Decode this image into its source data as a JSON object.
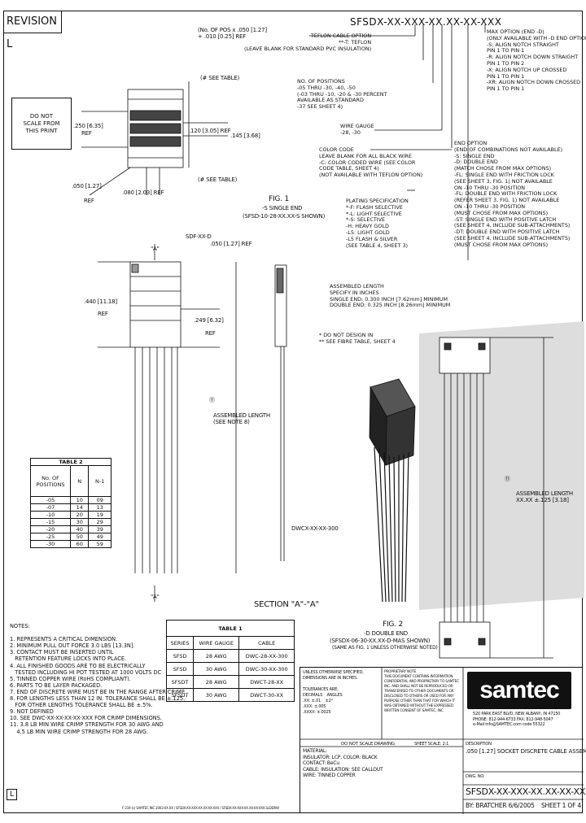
{
  "revision": "REVISION L",
  "scale_note": [
    "DO NOT",
    "SCALE FROM",
    "THIS PRINT"
  ],
  "part_number": "SFSDX-XX-XXX-XX.XX-XX-XXX",
  "options": {
    "teflon": [
      "TEFLON CABLE OPTION",
      "**-T: TEFLON",
      "(LEAVE BLANK FOR STANDARD PVC INSULATION)"
    ],
    "positions": [
      "NO. OF POSITIONS",
      "-05 THRU -30, -40, -50",
      "(-03 THRU -10, -20 & -30 PERCENT",
      "AVAILABLE AS STANDARD",
      "-37 SEE SHEET 4)"
    ],
    "wire_gauge": [
      "WIRE GAUGE",
      "-28, -30"
    ],
    "color_code": [
      "COLOR CODE",
      "LEAVE BLANK FOR ALL BLACK WIRE",
      "-C: COLOR CODED WIRE (SEE COLOR",
      "CODE TABLE, SHEET 4)",
      "(NOT AVAILABLE WITH TEFLON OPTION)"
    ],
    "plating": [
      "PLATING SPECIFICATION",
      "*-F: FLASH SELECTIVE",
      "*-L: LIGHT SELECTIVE",
      "*-S: SELECTIVE",
      "-H: HEAVY GOLD",
      "-L5: LIGHT GOLD",
      "-L5 FLASH & SILVER",
      "(SEE TABLE 4, SHEET 3)"
    ],
    "length": [
      "ASSEMBLED LENGTH",
      "SPECIFY IN INCHES",
      "SINGLE END: 0.300 INCH [7.62mm] MINIMUM",
      "DOUBLE END: 0.325 INCH [8.26mm] MINIMUM"
    ],
    "do_not_design": [
      "* DO NOT DESIGN IN",
      "** SEE FIBRE TABLE, SHEET 4"
    ],
    "end_option": [
      "END OPTION",
      "(END OF COMBINATIONS NOT AVAILABLE)",
      "-S: SINGLE END",
      "-D: DOUBLE END",
      "(MATCH CHOSE FROM MAX OPTIONS)",
      "-FL: SINGLE END WITH FRICTION LOCK",
      "(SEE SHEET 3, FIG. 1) NOT AVAILABLE",
      "ON -10 THRU -30 POSITION",
      "-FL: DOUBLE END WITH FRICTION LOCK",
      "(REFER SHEET 3, FIG. 1) NOT AVAILABLE",
      "ON -10 THRU -30 POSITION",
      "(MUST CHOSE FROM MAX OPTIONS)",
      "-ST: SINGLE END WITH POSITIVE LATCH",
      "(SEE SHEET 4, INCLUDE SUB-ATTACHMENTS)",
      "-DT: DOUBLE END WITH POSITIVE LATCH",
      "(SEE SHEET 4, INCLUDE SUB-ATTACHMENTS)",
      "(MUST CHOSE FROM MAX OPTIONS)"
    ],
    "max_option": [
      "MAX OPTION (END -D)",
      "(ONLY AVAILABLE WITH -D END OPTION)",
      "-S: ALIGN NOTCH STRAIGHT",
      "PIN 1 TO PIN 1",
      "-R: ALIGN NOTCH DOWN STRAIGHT",
      "PIN 1 TO PIN 2",
      "-X: ALIGN NOTCH UP CROSSED",
      "PIN 1 TO PIN 1",
      "-XR: ALIGN NOTCH DOWN CROSSED",
      "PIN 1 TO PIN 1"
    ]
  },
  "dims": {
    "pos_formula": [
      "(No. OF POS x .050 [1.27]",
      "+ .010 [0.25] REF"
    ],
    "see_table1": "(# SEE TABLE)",
    "see_table2": "(# SEE TABLE)",
    "d_250": ".250 [6.35]",
    "ref": "REF",
    "d_120": ".120 [3.05] REF",
    "d_145": ".145 [3.68]",
    "d_050": ".050 [1.27]",
    "d_080": ".080 [2.03] REF",
    "d_050_top": ".050 [1.27] REF",
    "d_440": ".440 [11.18]",
    "d_249": ".249 [6.32]",
    "sdf_label": "SDF-XX-D",
    "sec_a": "\"A\"",
    "assembled_length_left": [
      "ASSEMBLED LENGTH",
      "(SEE NOTE 8)"
    ],
    "assembled_length_right": [
      "ASSEMBLED LENGTH",
      "XX.XX ±.125 [3.18]"
    ],
    "dwcx": "DWCX-XX-XX-300",
    "section": "SECTION \"A\"-\"A\""
  },
  "figs": {
    "fig1": [
      "FIG. 1",
      "-S SINGLE END",
      "(SFSD-10-28-XX.XX-S SHOWN)"
    ],
    "fig2": [
      "FIG. 2",
      "-D DOUBLE END",
      "(SFSDX-06-30-XX.XX-D-MAS SHOWN)",
      "(SAME AS FIG. 1 UNLESS OTHERWISE NOTED)"
    ]
  },
  "table2": {
    "title": "TABLE 2",
    "headers": [
      "No. OF POSITIONS",
      "N",
      "N-1"
    ],
    "rows": [
      [
        "-05",
        "10",
        "09"
      ],
      [
        "-07",
        "14",
        "13"
      ],
      [
        "-10",
        "20",
        "19"
      ],
      [
        "-15",
        "30",
        "29"
      ],
      [
        "-20",
        "40",
        "39"
      ],
      [
        "-25",
        "50",
        "49"
      ],
      [
        "-30",
        "60",
        "59"
      ]
    ]
  },
  "table1": {
    "title": "TABLE 1",
    "headers": [
      "SERIES",
      "WIRE GAUGE",
      "CABLE"
    ],
    "rows": [
      [
        "SFSD",
        "28 AWG",
        "DWC-28-XX-300"
      ],
      [
        "SFSD",
        "30 AWG",
        "DWC-30-XX-300"
      ],
      [
        "SFSDT",
        "28 AWG",
        "DWCT-28-XX"
      ],
      [
        "SFSDT",
        "30 AWG",
        "DWCT-30-XX"
      ]
    ]
  },
  "notes_title": "NOTES:",
  "notes": [
    "1. REPRESENTS A CRITICAL DIMENSION.",
    "2. MINIMUM PULL OUT FORCE 3.0 LBS [13.3N].",
    "3. CONTACT MUST BE INSERTED UNTIL",
    "   RETENTION FEATURE LOCKS INTO PLACE.",
    "4. ALL FINISHED GOODS ARE TO BE ELECTRICALLY",
    "   TESTED INCLUDING HI POT TESTED AT 1000 VOLTS DC",
    "5. TINNED COPPER WIRE (RoHS COMPLIANT).",
    "6. PARTS TO BE LAYER PACKAGED.",
    "7. END OF DISCRETE WIRE MUST BE IN THE RANGE AFTER CRIMP.",
    "8. FOR LENGTHS LESS THAN 12 IN. TOLERANCE SHALL BE ±.125.",
    "   FOR OTHER LENGTHS TOLERANCE SHALL BE ±.5%.",
    "9. NOT DEFINED",
    "10. SEE DWC-XX-XX-XX-XX-XXX FOR CRIMP DIMENSIONS.",
    "11. 3.8 LB MIN WIRE CRIMP STRENGTH FOR 30 AWG AND",
    "    4.5 LB MIN WIRE CRIMP STRENGTH FOR 28 AWG."
  ],
  "title_block": {
    "tol_head": [
      "UNLESS OTHERWISE SPECIFIED,",
      "DIMENSIONS ARE IN INCHES.",
      "TOLERANCES ARE:",
      "DECIMALS",
      "ANGLES",
      ".XX: ±.01",
      ".XXX: ±.005",
      ".XXXX: ±.0025",
      "±2°"
    ],
    "proprietary": [
      "PROPRIETARY NOTE",
      "THIS DOCUMENT CONTAINS INFORMATION",
      "CONFIDENTIAL AND PROPRIETARY TO SAMTEC",
      "INC. AND SHALL NOT BE REPRODUCED OR",
      "TRANSFERRED TO OTHER DOCUMENTS OR",
      "DISCLOSED TO OTHERS OR USED FOR ANY",
      "PURPOSE OTHER THAN THAT FOR WHICH IT",
      "WAS OBTAINED WITHOUT THE EXPRESSED",
      "WRITTEN CONSENT OF SAMTEC, INC."
    ],
    "do_not_scale": "DO NOT SCALE DRAWING",
    "sheet_scale": "SHEET SCALE: 2:1",
    "material": [
      "MATERIAL:",
      "INSULATOR: LCP, COLOR: BLACK",
      "CONTACT: BeCu",
      "CABLE: INSULATION: SEE CALLOUT",
      "WIRE: TINNED COPPER"
    ],
    "company": "samtec",
    "address": [
      "520 PARK EAST BLVD, NEW ALBANY, IN 47150",
      "PHONE: 812-944-6733  FAX: 812-948-5047",
      "e-Mail info@SAMTEC.com  code 55322"
    ],
    "desc_label": "DESCRIPTION:",
    "description": ".050 [1.27] SOCKET DISCRETE CABLE ASSEMBLY",
    "dwg_label": "DWG. NO.",
    "dwg_no": "SFSDX-XX-XXX-XX.XX-XX-XXX",
    "by": "BY:  BRATCHER  6/6/2005",
    "sheet": "SHEET 1 OF 4",
    "copyright": "F-219 (c) SAMTEC INC 2003-XX.XX / SFSDX-XX-XXX-XX.XX-XX-XXX / SFSDX-XX-XXX-XX.XX-XX-XXX.SLDDRW"
  },
  "rev_marker": "L"
}
